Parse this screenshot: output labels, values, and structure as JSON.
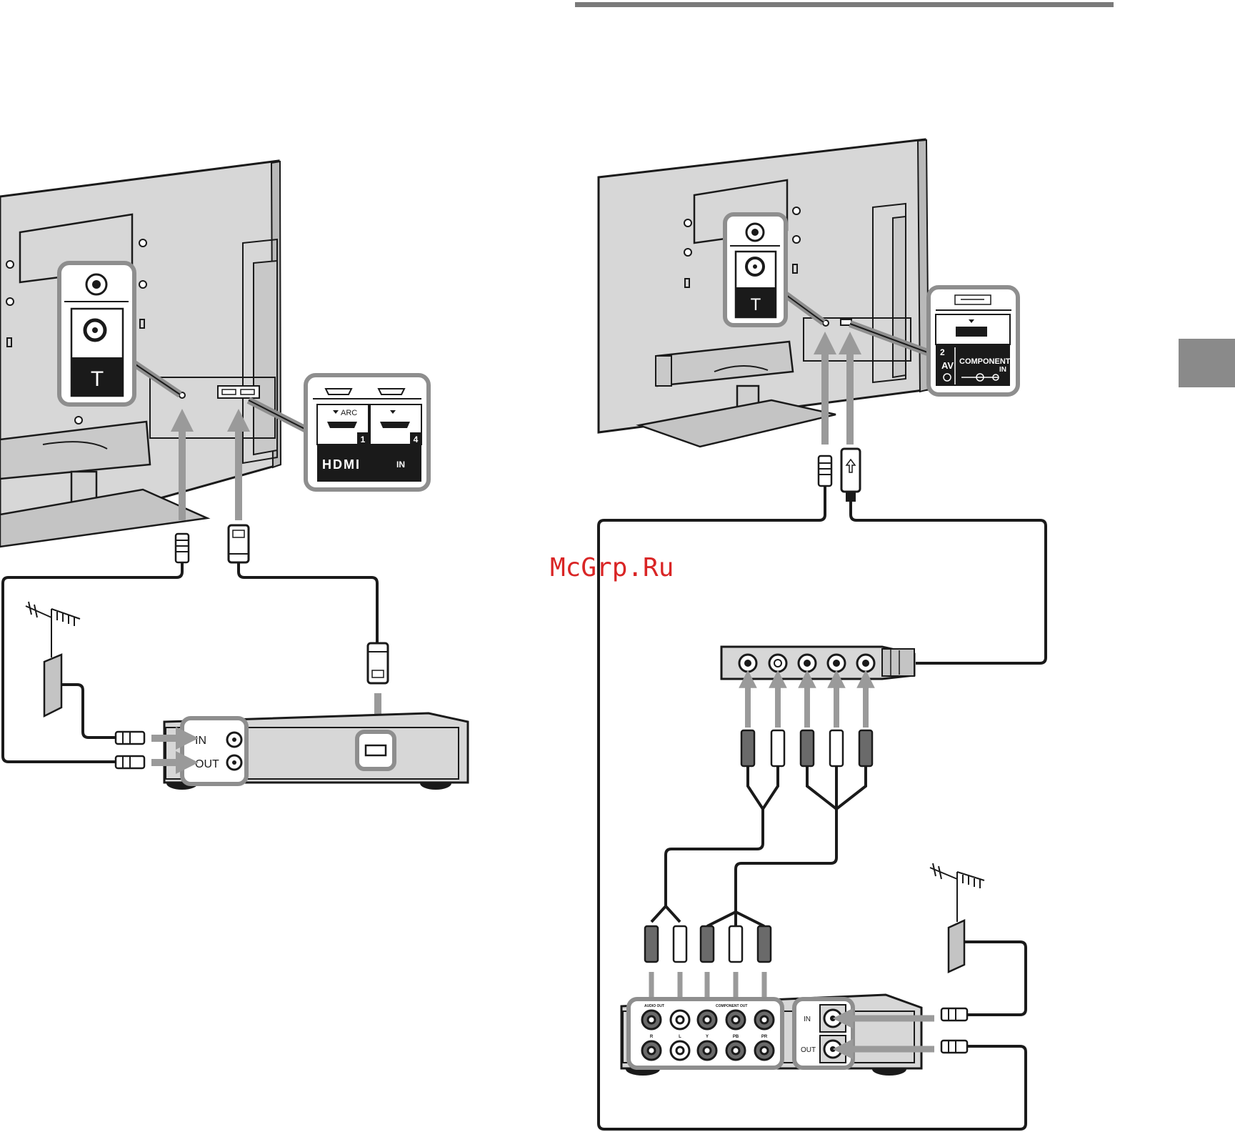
{
  "colors": {
    "panel": "#d7d7d7",
    "panel_dark": "#b9b9b9",
    "highlight_frame": "#8e8e8e",
    "arrow": "#9a9a9a",
    "cable": "#1a1a1a",
    "label_bg": "#1a1a1a",
    "side_tab": "#8a8a8a",
    "watermark": "#d92525"
  },
  "left_diagram": {
    "callout": {
      "port_labels": [
        "ARC",
        "1",
        "4"
      ],
      "hdmi_logo": "HDMI",
      "hdmi_in": "IN"
    },
    "antenna_symbol": "T",
    "recorder": {
      "in_label": "IN",
      "out_label": "OUT"
    }
  },
  "right_diagram": {
    "antenna_symbol": "T",
    "callout": {
      "av_number": "2",
      "av_label": "AV",
      "component_label": "COMPONENT",
      "component_in": "IN"
    },
    "recorder": {
      "audio_out": "AUDIO OUT",
      "component_out": "COMPONENT OUT",
      "jack_labels": [
        "R",
        "L",
        "Y",
        "PB",
        "PR"
      ],
      "in_label": "IN",
      "out_label": "OUT"
    }
  },
  "watermark": "McGrp.Ru"
}
